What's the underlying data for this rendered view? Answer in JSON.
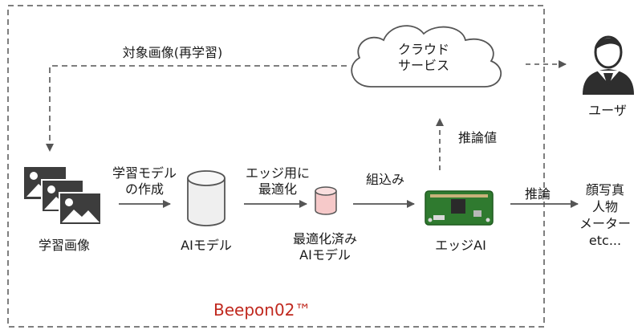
{
  "flow_labels": {
    "retrain": "対象画像(再学習)",
    "train_line1": "学習モデル",
    "train_line2": "の作成",
    "optimize_line1": "エッジ用に",
    "optimize_line2": "最適化",
    "embed": "組込み",
    "infer_value": "推論値",
    "infer": "推論"
  },
  "nodes": {
    "training_images": "学習画像",
    "ai_model": "AIモデル",
    "optimized_line1": "最適化済み",
    "optimized_line2": "AIモデル",
    "edge_ai": "エッジAI",
    "cloud_line1": "クラウド",
    "cloud_line2": "サービス",
    "user": "ユーザ"
  },
  "results": [
    "顔写真",
    "人物",
    "メーター",
    "etc..."
  ],
  "brand": "Beepon02™",
  "colors": {
    "brand": "#c0281e",
    "boundary": "#555555",
    "model_cylinder": "#efefef",
    "optimized_cylinder": "#f6c9c9",
    "board": "#2f7a2f"
  },
  "icons": [
    "image-stack-icon",
    "database-cylinder-icon",
    "cloud-icon",
    "user-icon",
    "circuit-board-icon"
  ]
}
